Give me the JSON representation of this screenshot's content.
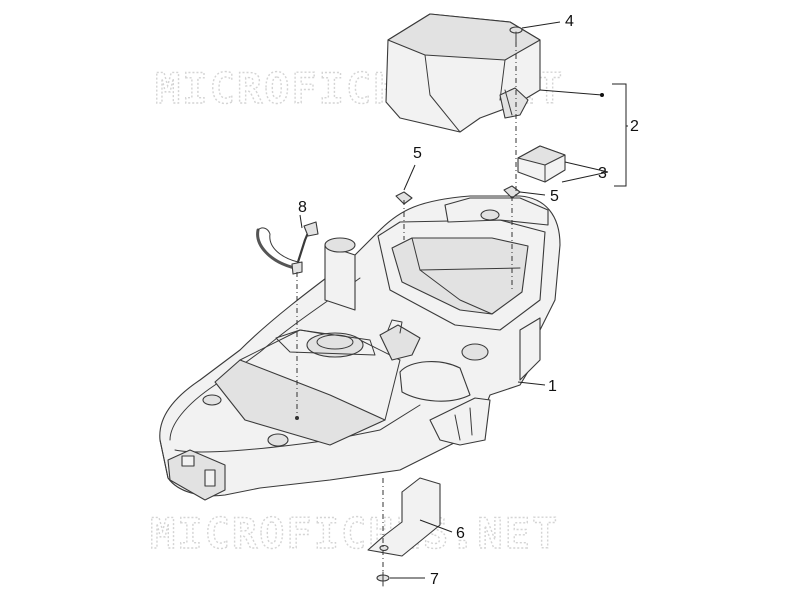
{
  "watermark": {
    "text": "MICROFICHES.NET"
  },
  "callouts": {
    "c1": "1",
    "c2": "2",
    "c3": "3",
    "c4": "4",
    "c5a": "5",
    "c5b": "5",
    "c6": "6",
    "c7": "7",
    "c8": "8"
  }
}
